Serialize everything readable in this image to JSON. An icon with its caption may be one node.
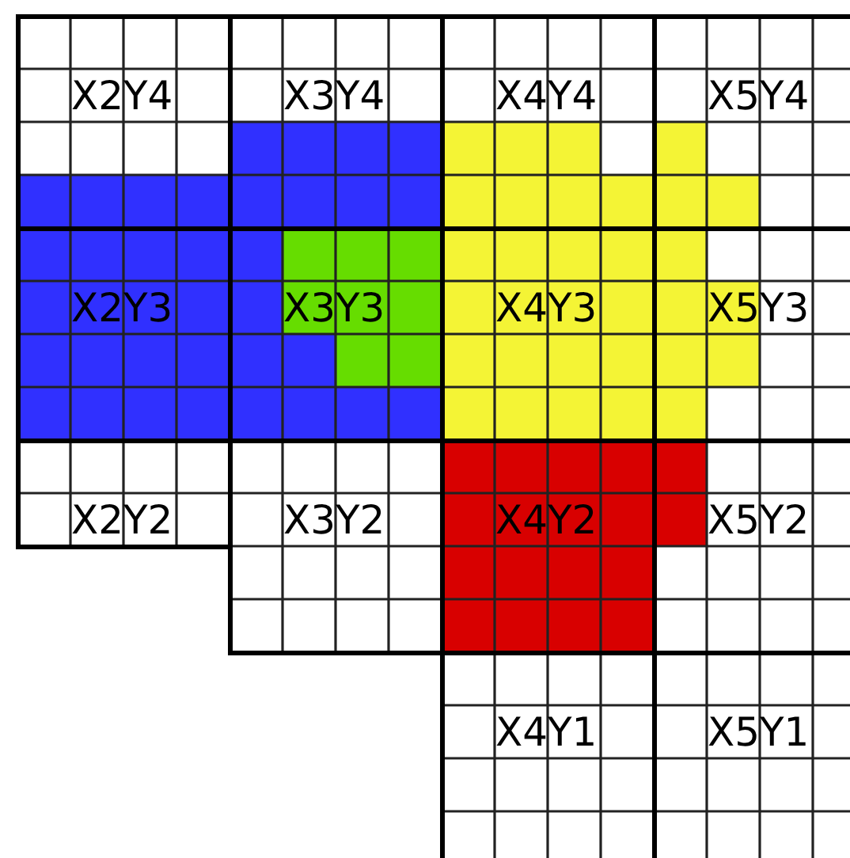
{
  "diagram": {
    "nodes": [
      {
        "text": [
          "X2Y4"
        ]
      },
      {
        "text": [
          "X3Y4"
        ]
      },
      {
        "text": [
          "X4Y4"
        ]
      },
      {
        "text": [
          "X5Y4"
        ]
      },
      {
        "text": [
          "X2Y3"
        ]
      },
      {
        "text": [
          "X3Y3"
        ]
      },
      {
        "text": [
          "X4Y3"
        ]
      },
      {
        "text": [
          "X5Y3"
        ]
      },
      {
        "text": [
          "X2Y2"
        ]
      },
      {
        "text": [
          "X3Y2"
        ]
      },
      {
        "text": [
          "X4Y2"
        ]
      },
      {
        "text": [
          "X5Y2"
        ]
      },
      {
        "text": [
          "X4Y1"
        ]
      },
      {
        "text": [
          "X5Y1"
        ]
      }
    ]
  }
}
